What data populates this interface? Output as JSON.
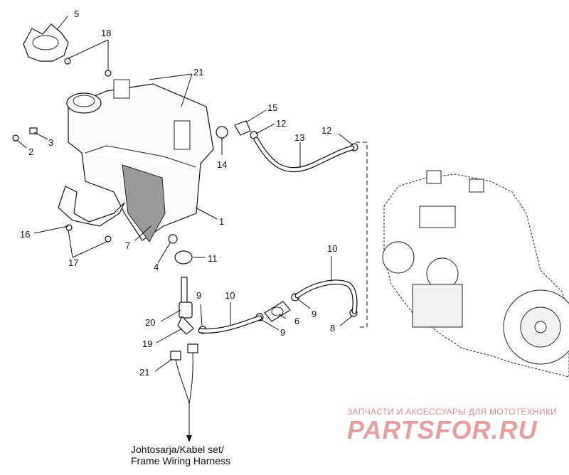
{
  "callouts": {
    "c1": "1",
    "c2": "2",
    "c3": "3",
    "c4": "4",
    "c5": "5",
    "c6": "6",
    "c7": "7",
    "c8": "8",
    "c9a": "9",
    "c9b": "9",
    "c9c": "9",
    "c10a": "10",
    "c10b": "10",
    "c11": "11",
    "c12a": "12",
    "c12b": "12",
    "c13": "13",
    "c14": "14",
    "c15": "15",
    "c16": "16",
    "c17": "17",
    "c18": "18",
    "c19": "19",
    "c20": "20",
    "c21a": "21",
    "c21b": "21"
  },
  "harness": {
    "line1": "Johtosarja/Kabel set/",
    "line2": "Frame Wiring Harness"
  },
  "watermark": {
    "tagline": "ЗАПЧАСТИ И АКСЕССУАРЫ ДЛЯ МОТОТЕХНИКИ",
    "logo": "PARTSFOR.RU"
  }
}
